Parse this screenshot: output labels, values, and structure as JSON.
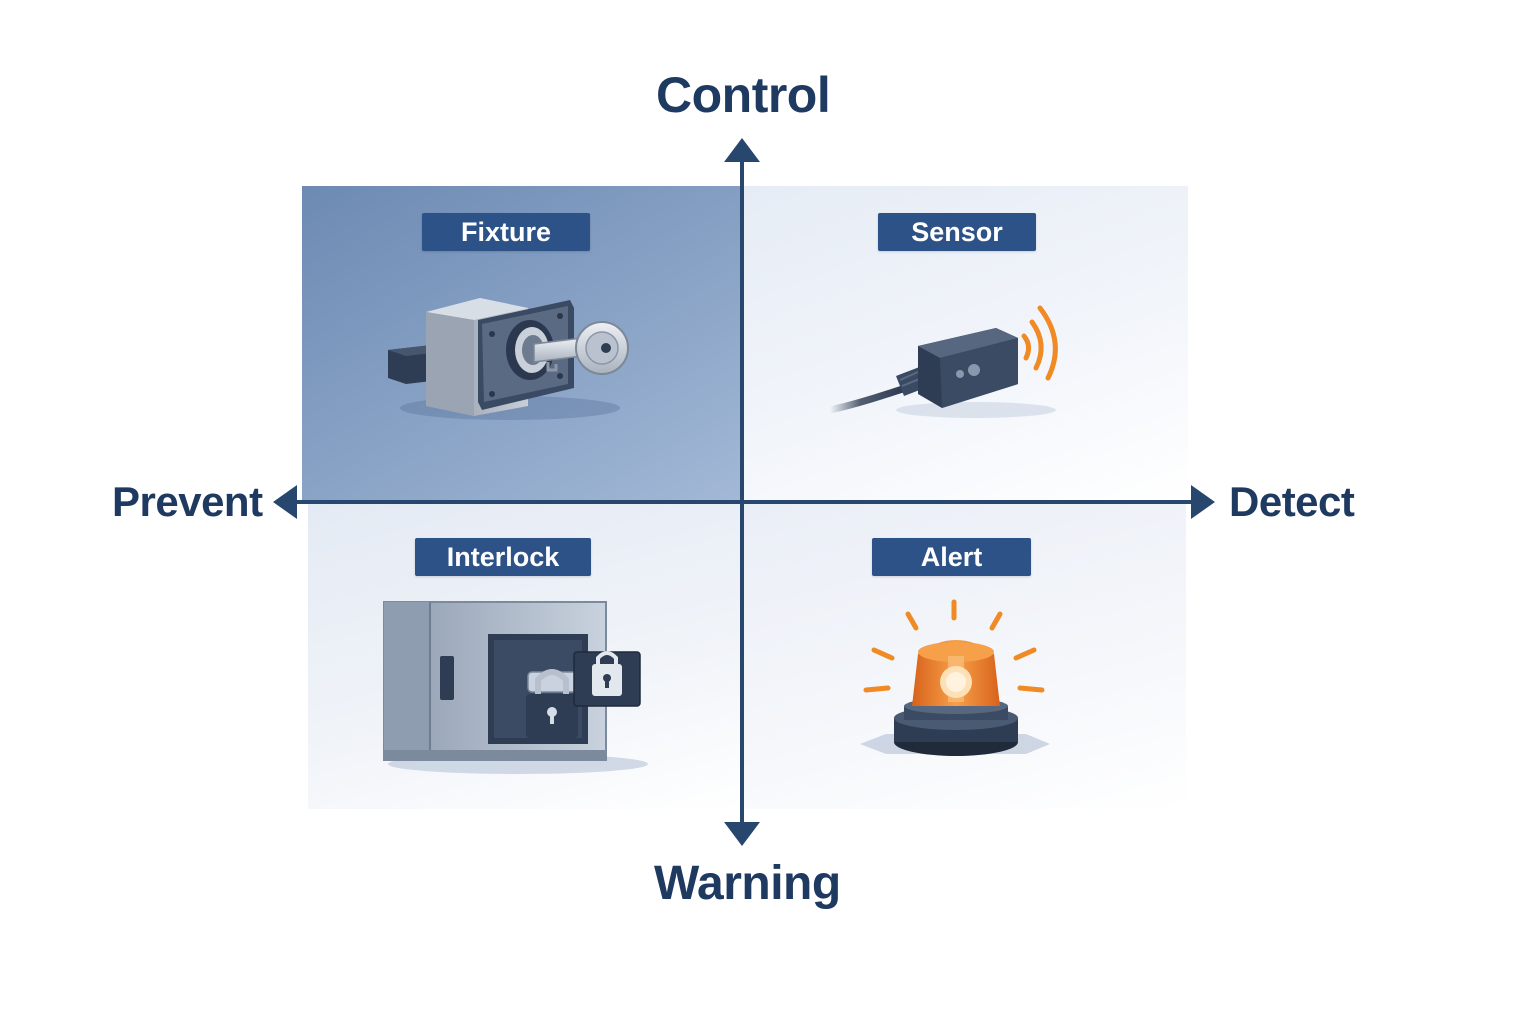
{
  "axes": {
    "top": "Control",
    "bottom": "Warning",
    "left": "Prevent",
    "right": "Detect"
  },
  "quadrants": {
    "top_left": {
      "label": "Fixture",
      "icon": "key-lock-fixture-icon"
    },
    "top_right": {
      "label": "Sensor",
      "icon": "wireless-sensor-icon"
    },
    "bottom_left": {
      "label": "Interlock",
      "icon": "padlock-interlock-cabinet-icon"
    },
    "bottom_right": {
      "label": "Alert",
      "icon": "beacon-alarm-light-icon"
    }
  },
  "colors": {
    "axis": "#27476f",
    "badge": "#2d5287",
    "accent_orange": "#f08a24",
    "top_left_fill": "#7d98be"
  }
}
